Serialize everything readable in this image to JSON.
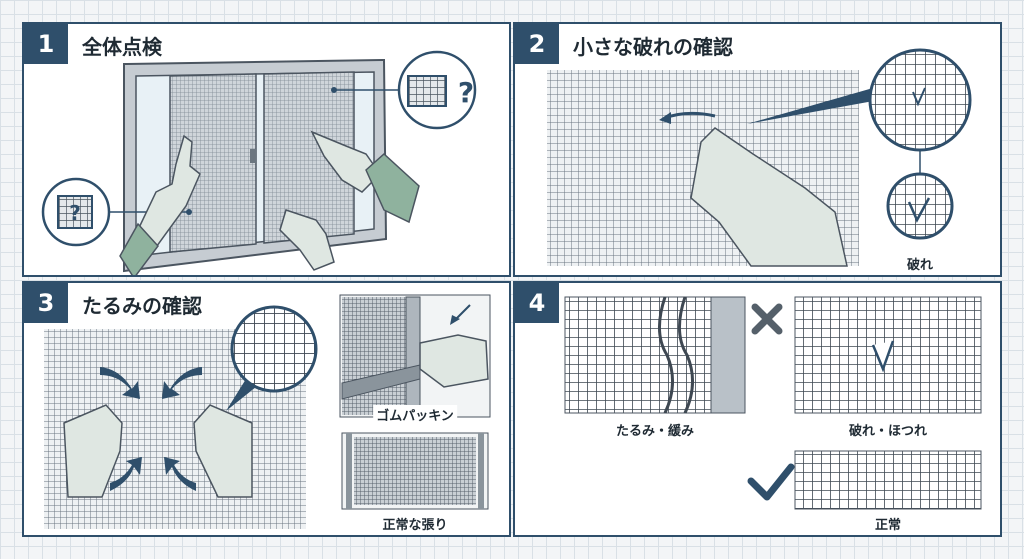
{
  "panels": [
    {
      "number": "1",
      "title": "全体点検"
    },
    {
      "number": "2",
      "title": "小さな破れの確認",
      "caption": "破れ"
    },
    {
      "number": "3",
      "title": "たるみの確認",
      "caption_gasket": "ゴムパッキン",
      "caption_normal": "正常な張り"
    },
    {
      "number": "4",
      "caption_slack": "たるみ・緩み",
      "caption_tear": "破れ・ほつれ",
      "caption_ok": "正常"
    }
  ],
  "symbols": {
    "question": "?",
    "cross": "×",
    "check": "✓"
  },
  "colors": {
    "frame": "#2f4f6b",
    "glove": "#dfe7e2",
    "sleeve": "#8fb29e",
    "mesh": "#4a5560",
    "accent": "#2f4f6b"
  }
}
